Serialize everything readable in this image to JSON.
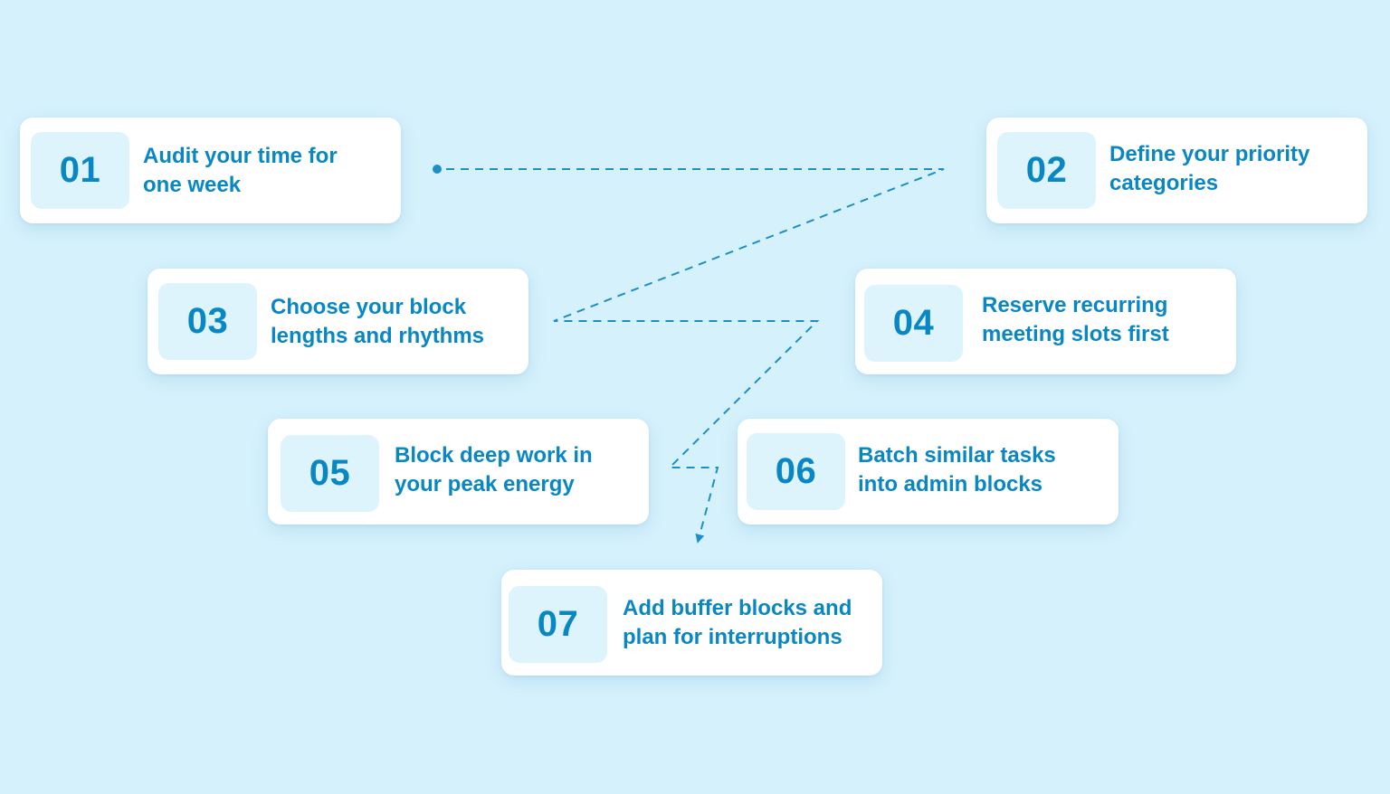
{
  "colors": {
    "background": "#d5f1fc",
    "card": "#ffffff",
    "number_box": "#def4fd",
    "accent": "#0987c4",
    "connector": "#1c8fc8"
  },
  "steps": [
    {
      "number": "01",
      "label": "Audit your time for\none week"
    },
    {
      "number": "02",
      "label": "Define your priority\ncategories"
    },
    {
      "number": "03",
      "label": "Choose your block\nlengths and rhythms"
    },
    {
      "number": "04",
      "label": "Reserve recurring\nmeeting slots first"
    },
    {
      "number": "05",
      "label": "Block deep work in\nyour peak energy"
    },
    {
      "number": "06",
      "label": "Batch similar tasks\ninto admin blocks"
    },
    {
      "number": "07",
      "label": "Add buffer blocks and\nplan for interruptions"
    }
  ],
  "connector": {
    "style": "dashed",
    "start_marker": "dot",
    "end_marker": "arrow"
  }
}
